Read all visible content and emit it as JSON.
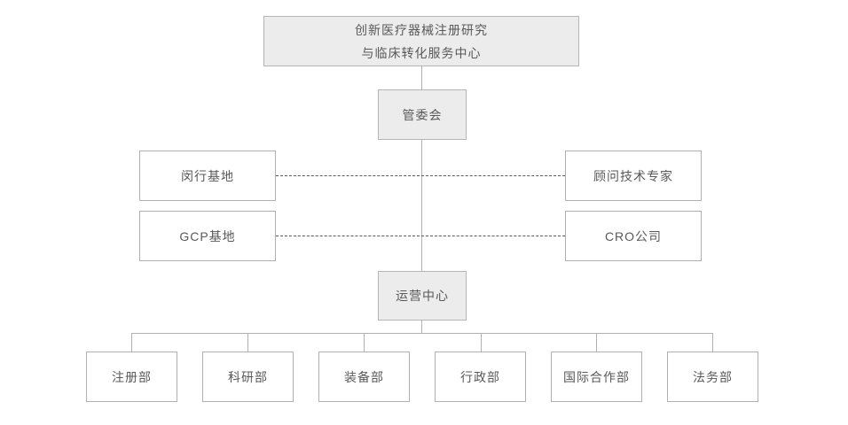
{
  "org_chart": {
    "title_node": {
      "line1": "创新医疗器械注册研究",
      "line2": "与临床转化服务中心"
    },
    "management_committee": "管委会",
    "left_nodes": [
      "闵行基地",
      "GCP基地"
    ],
    "right_nodes": [
      "顾问技术专家",
      "CRO公司"
    ],
    "operations_center": "运营中心",
    "departments": [
      "注册部",
      "科研部",
      "装备部",
      "行政部",
      "国际合作部",
      "法务部"
    ],
    "colors": {
      "node_fill_gray": "#ececec",
      "node_fill_white": "#ffffff",
      "node_border": "#b0b0b0",
      "connector_solid": "#b0b0b0",
      "connector_dashed": "#5a5a5a",
      "text": "#595959"
    }
  }
}
